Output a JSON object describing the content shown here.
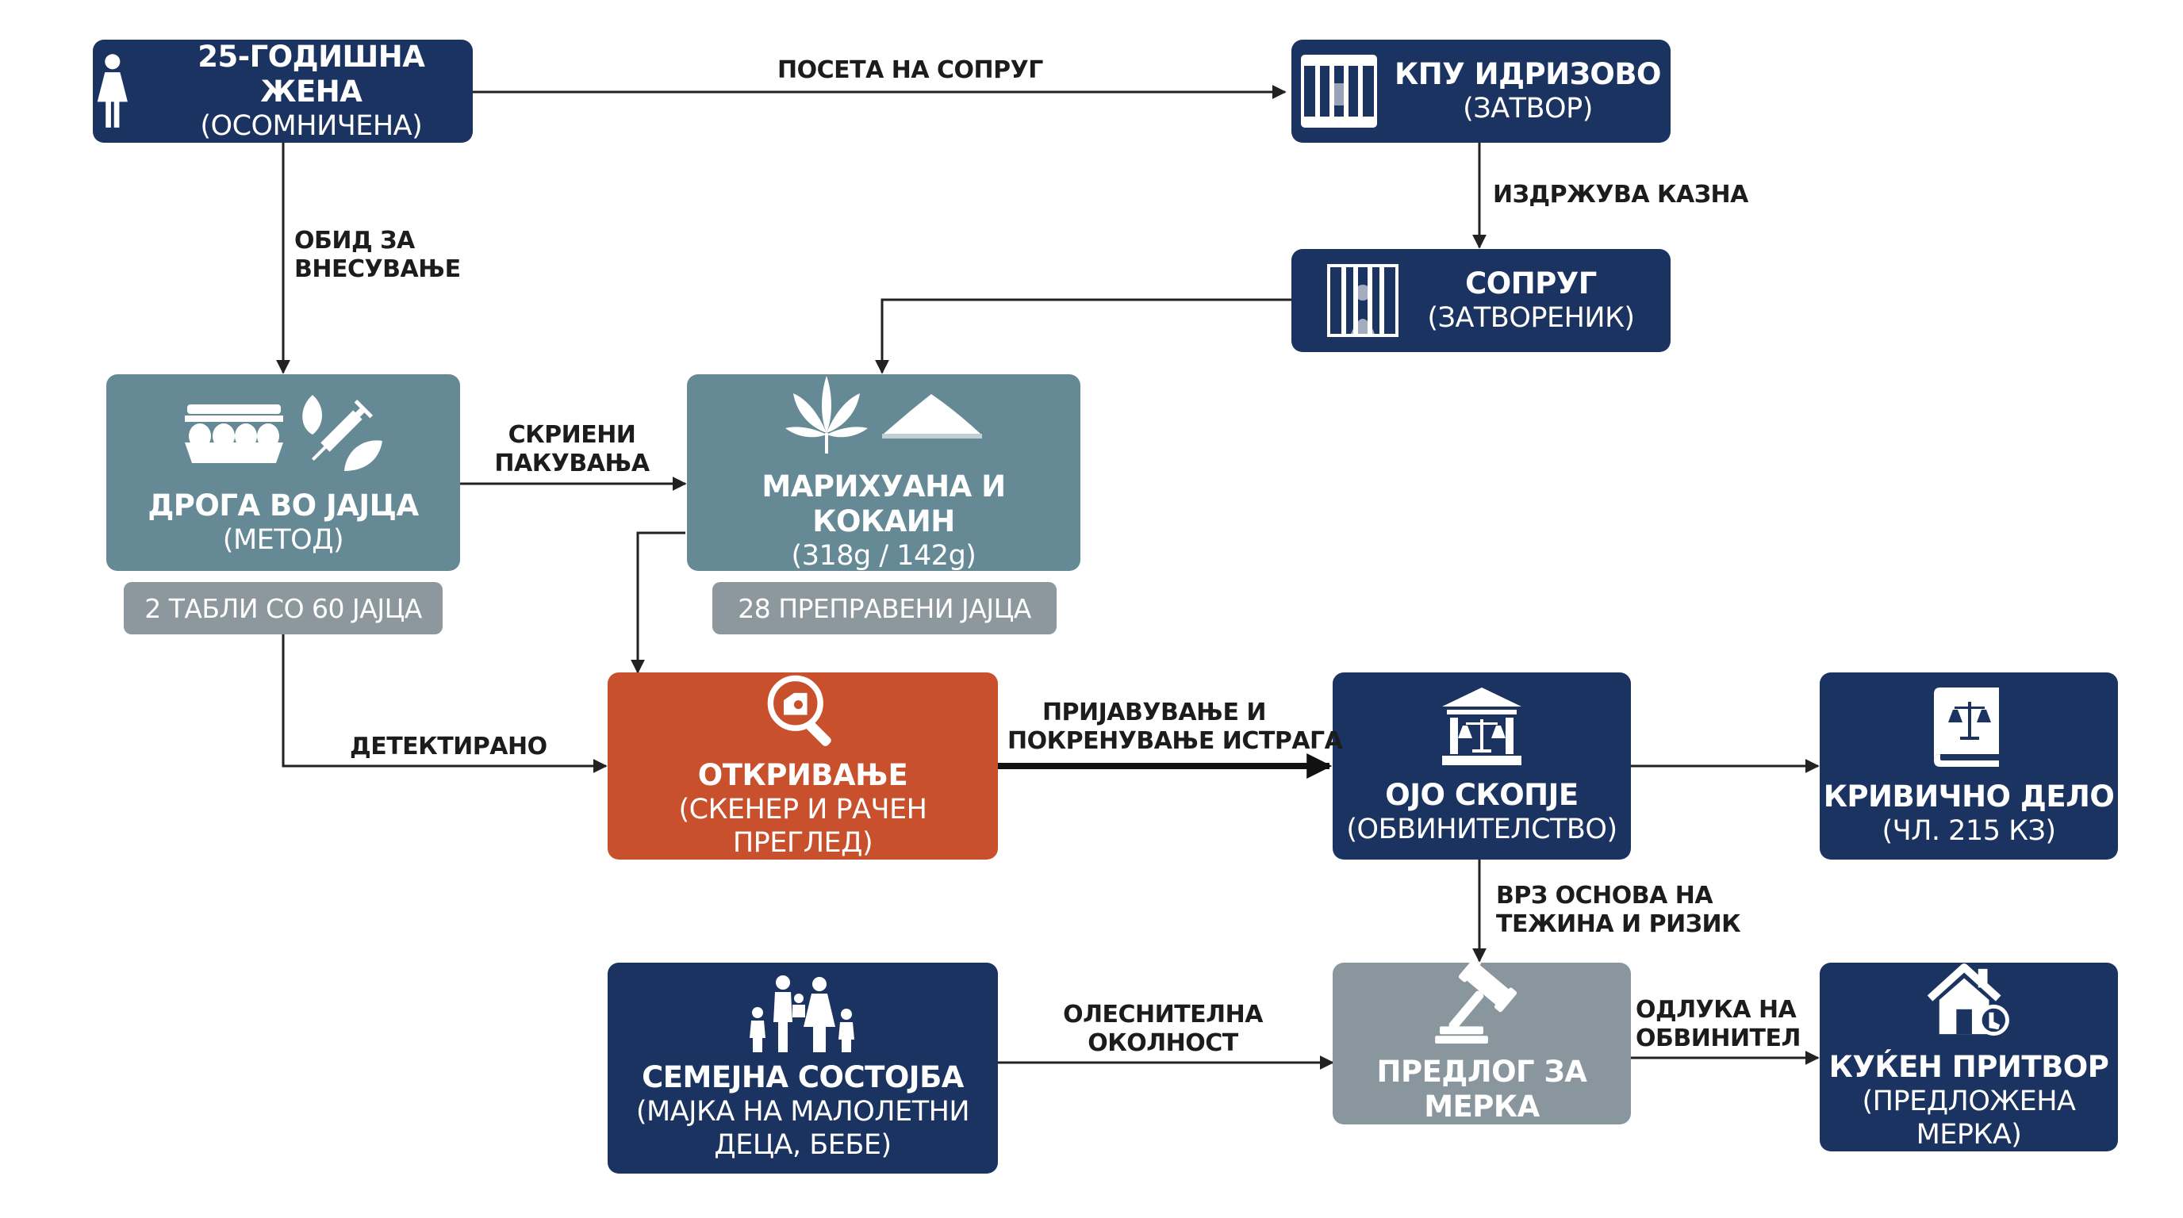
{
  "nodes": {
    "woman": {
      "title": "25-ГОДИШНА ЖЕНА",
      "sub": "(ОСОМНИЧЕНА)"
    },
    "prison": {
      "title": "КПУ ИДРИЗОВО",
      "sub": "(ЗАТВОР)"
    },
    "spouse": {
      "title": "СОПРУГ",
      "sub": "(ЗАТВОРЕНИК)"
    },
    "method": {
      "title": "ДРОГА ВО ЈАЈЦА",
      "sub": "(МЕТОД)",
      "pill": "2 ТАБЛИ СО 60 ЈАЈЦА"
    },
    "drugs": {
      "title": "МАРИХУАНА И КОКАИН",
      "sub": "(318g / 142g)",
      "pill": "28 ПРЕПРАВЕНИ ЈАЈЦА"
    },
    "detection": {
      "title": "ОТКРИВАЊЕ",
      "sub": "(СКЕНЕР И РАЧЕН ПРЕГЛЕД)"
    },
    "prosecution": {
      "title": "ОЈО СКОПЈЕ",
      "sub": "(ОБВИНИТЕЛСТВО)"
    },
    "crime": {
      "title": "КРИВИЧНО ДЕЛО",
      "sub": "(ЧЛ. 215 КЗ)"
    },
    "family": {
      "title": "СЕМЕЈНА СОСТОЈБА",
      "sub1": "(МАЈКА НА МАЛОЛЕТНИ",
      "sub2": "ДЕЦА, БЕБЕ)"
    },
    "proposal": {
      "title": "ПРЕДЛОГ ЗА МЕРКА"
    },
    "house": {
      "title": "КУЌЕН ПРИТВОР",
      "sub": "(ПРЕДЛОЖЕНА МЕРКА)"
    }
  },
  "edges": {
    "visit": "ПОСЕТА НА СОПРУГ",
    "serving_1": "ИЗДРЖУВА КАЗНА",
    "attempt_1": "ОБИД ЗА",
    "attempt_2": "ВНЕСУВАЊЕ",
    "hidden_1": "СКРИЕНИ",
    "hidden_2": "ПАКУВАЊА",
    "detected": "ДЕТЕКТИРАНО",
    "report_1": "ПРИЈАВУВАЊЕ И",
    "report_2": "ПОКРЕНУВАЊЕ ИСТРАГА",
    "basis_1": "ВРЗ ОСНОВА НА",
    "basis_2": "ТЕЖИНА И РИЗИК",
    "mitig_1": "ОЛЕСНИТЕЛНА",
    "mitig_2": "ОКОЛНОСТ",
    "decision_1": "ОДЛУКА НА",
    "decision_2": "ОБВИНИТЕЛ"
  },
  "colors": {
    "navy": "#1b3360",
    "teal": "#658a96",
    "orange": "#c8502c",
    "grey": "#8a969e",
    "pill": "#8d979e",
    "arrow": "#222222"
  }
}
